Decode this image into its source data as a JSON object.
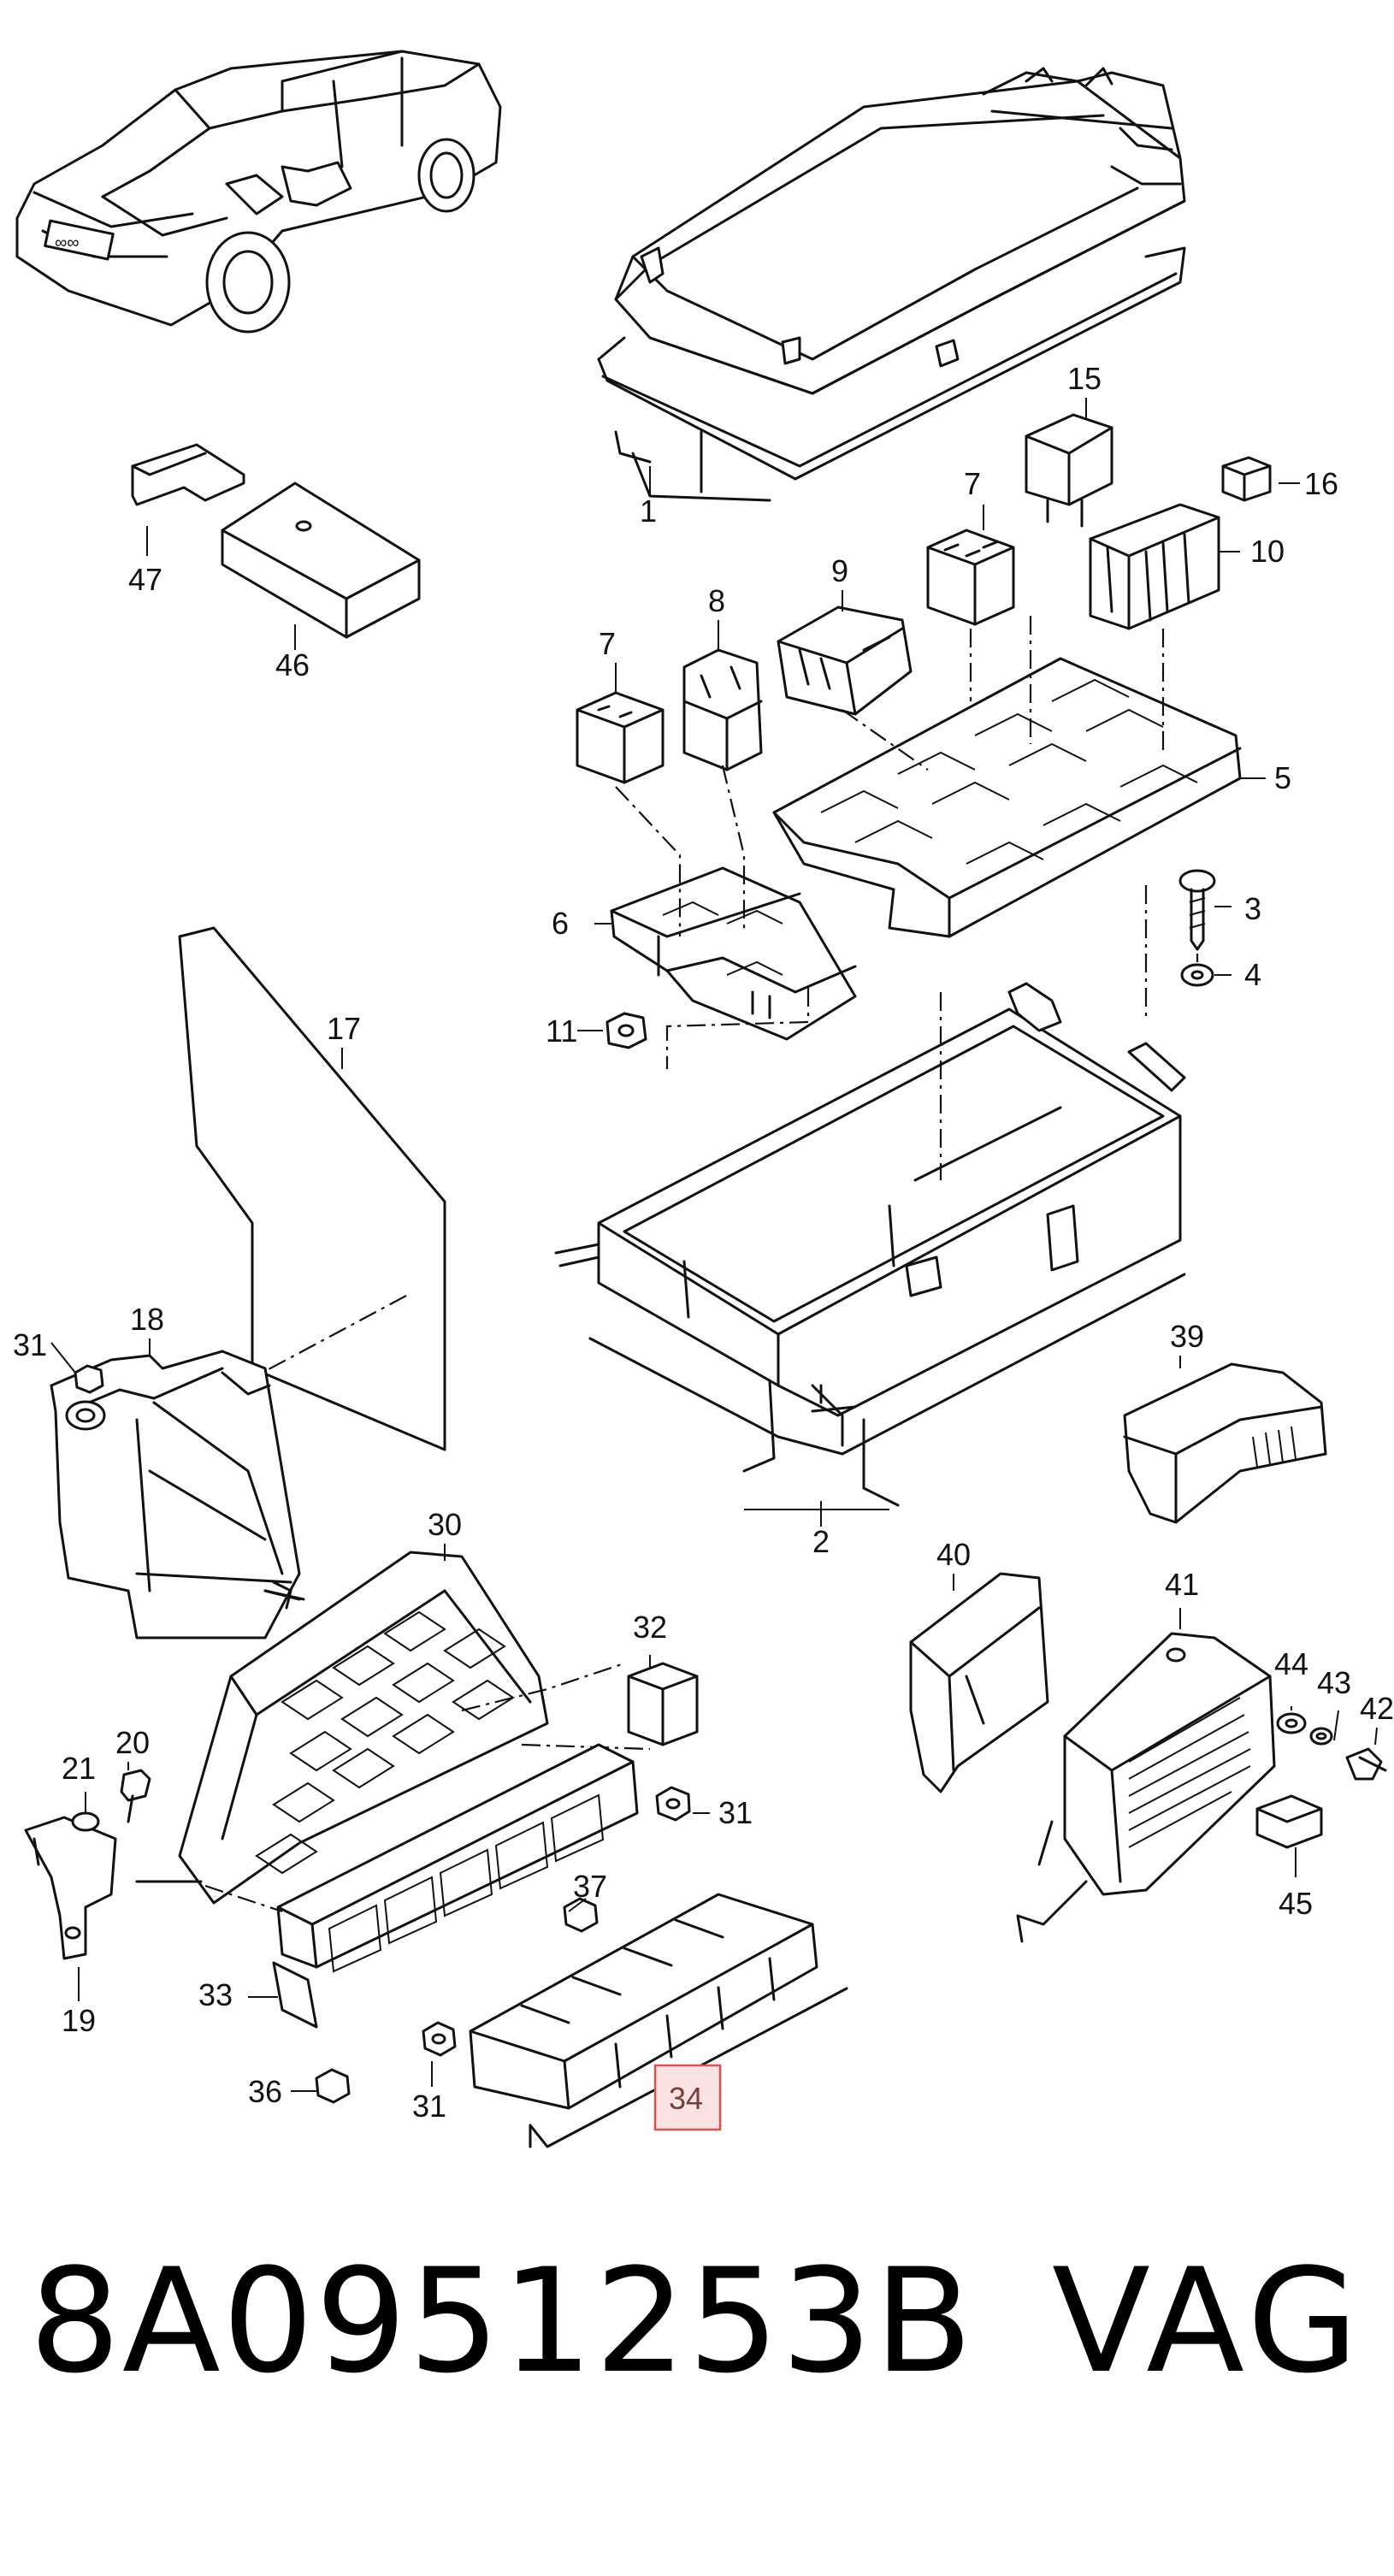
{
  "part_number": "8A0951253B",
  "brand": "VAG",
  "highlighted_part": "34",
  "callouts": {
    "c1": "1",
    "c2": "2",
    "c3": "3",
    "c4": "4",
    "c5": "5",
    "c6": "6",
    "c7a": "7",
    "c7b": "7",
    "c8": "8",
    "c9": "9",
    "c10": "10",
    "c11": "11",
    "c15": "15",
    "c16": "16",
    "c17": "17",
    "c18": "18",
    "c19": "19",
    "c20": "20",
    "c21": "21",
    "c30": "30",
    "c31a": "31",
    "c31b": "31",
    "c31c": "31",
    "c32": "32",
    "c33": "33",
    "c34": "34",
    "c36": "36",
    "c37": "37",
    "c39": "39",
    "c40": "40",
    "c41": "41",
    "c42": "42",
    "c43": "43",
    "c44": "44",
    "c45": "45",
    "c46": "46",
    "c47": "47"
  },
  "car_badge": "∞∞",
  "colors": {
    "highlight_fill": "#fbe3e3",
    "highlight_stroke": "#d9534f",
    "ink": "#111111"
  }
}
